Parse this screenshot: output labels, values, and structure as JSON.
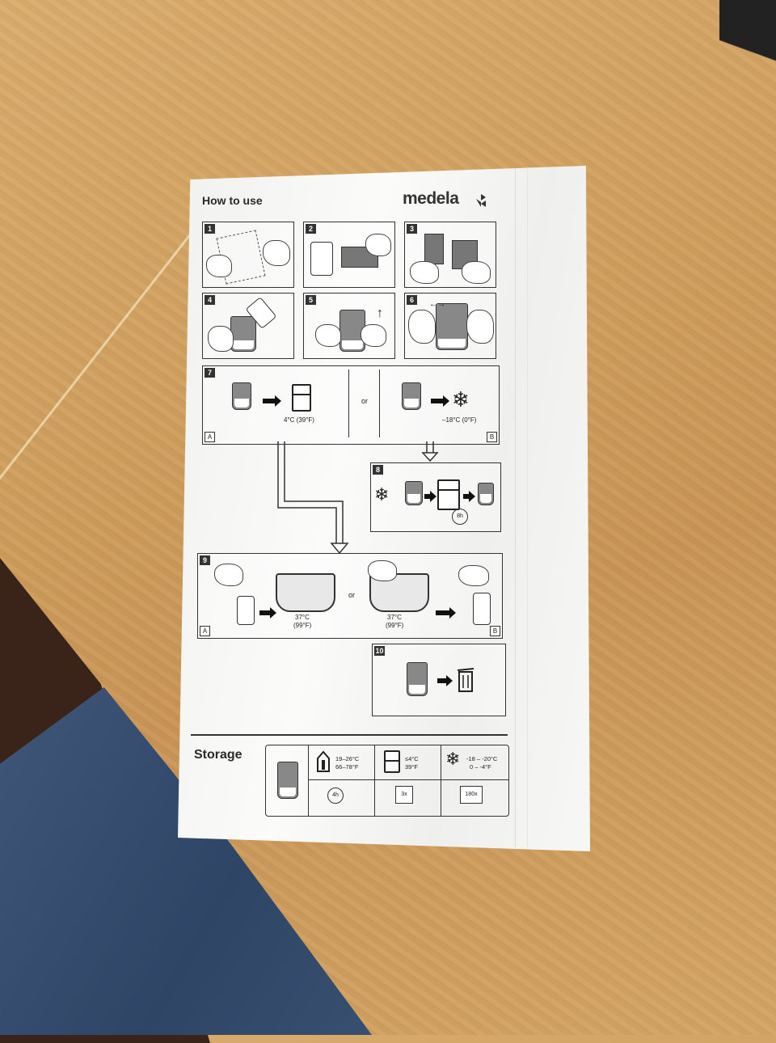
{
  "sheet": {
    "title": "How to use",
    "brand": "medela",
    "steps": {
      "s1": "1",
      "s2": "2",
      "s3": "3",
      "s4": "4",
      "s5": "5",
      "s6": "6",
      "s7": "7",
      "s8": "8",
      "s9": "9",
      "s10": "10"
    },
    "step7": {
      "fridge_temp": "4°C (39°F)",
      "or": "or",
      "freezer_temp": "–18°C (0°F)",
      "option_a": "A",
      "option_b": "B"
    },
    "step8": {
      "thaw_time": "8h"
    },
    "step9": {
      "temp_a": "37°C",
      "temp_a_f": "(99°F)",
      "or": "or",
      "temp_b": "37°C",
      "temp_b_f": "(99°F)",
      "option_a": "A",
      "option_b": "B"
    },
    "storage": {
      "title": "Storage",
      "room_c": "19–26°C",
      "room_f": "66–78°F",
      "room_time": "4h",
      "fridge_c": "≤4°C",
      "fridge_f": "39°F",
      "fridge_days": "3x",
      "freezer_c": "-18 – -20°C",
      "freezer_f": "0 – -4°F",
      "freezer_days": "180x"
    }
  }
}
